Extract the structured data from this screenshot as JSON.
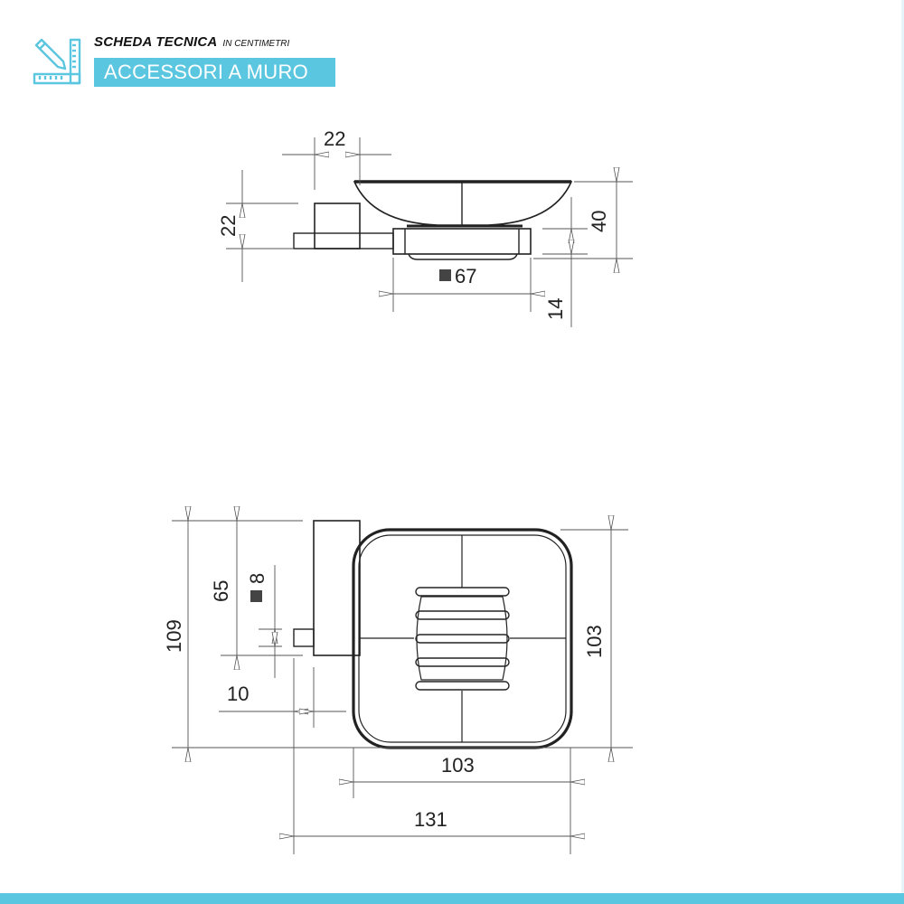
{
  "header": {
    "icon": "ruler-pencil-icon",
    "title": "SCHEDA TECNICA",
    "subtitle": "IN CENTIMETRI",
    "category": "ACCESSORI A MURO"
  },
  "colors": {
    "accent": "#5bc6df",
    "line": "#222222",
    "dim_line": "#555555",
    "square_symbol": "#444444"
  },
  "side_view": {
    "dimensions": {
      "bracket_width": "22",
      "bracket_height": "22",
      "total_height": "40",
      "plate_square": "67",
      "plate_thickness": "14"
    }
  },
  "top_view": {
    "dimensions": {
      "total_height": "109",
      "bracket_height": "65",
      "pin_square": "8",
      "pin_length": "10",
      "dish_height": "103",
      "dish_width": "103",
      "total_width": "131"
    }
  }
}
